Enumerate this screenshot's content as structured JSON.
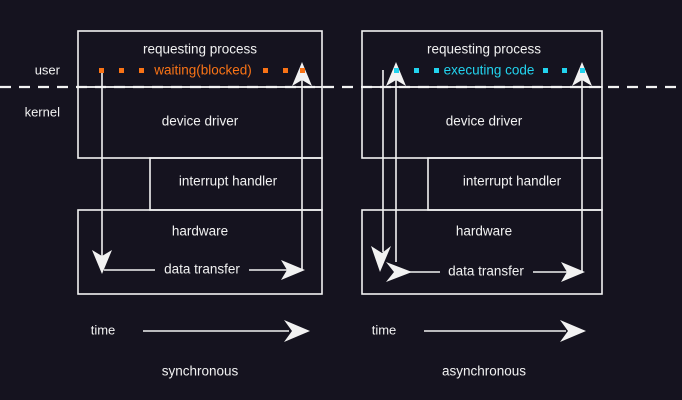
{
  "theme": {
    "background": "#15131f",
    "line": "#f2f2f2",
    "text": "#f2f2f2",
    "sync_accent": "#f97316",
    "async_accent": "#22d3ee"
  },
  "side_labels": {
    "user": "user",
    "kernel": "kernel"
  },
  "panels": [
    {
      "id": "synchronous",
      "caption": "synchronous",
      "time_label": "time",
      "layers": {
        "requesting_process": "requesting process",
        "device_driver": "device driver",
        "interrupt_handler": "interrupt handler",
        "hardware": "hardware"
      },
      "status_label": "waiting(blocked)",
      "status_color": "#f97316",
      "transfer_label": "data transfer",
      "dot_count_left": 3,
      "dot_count_right": 3,
      "return_arrows": 1
    },
    {
      "id": "asynchronous",
      "caption": "asynchronous",
      "time_label": "time",
      "layers": {
        "requesting_process": "requesting process",
        "device_driver": "device driver",
        "interrupt_handler": "interrupt handler",
        "hardware": "hardware"
      },
      "status_label": "executing code",
      "status_color": "#22d3ee",
      "transfer_label": "data transfer",
      "dot_count_left": 3,
      "dot_count_right": 3,
      "return_arrows": 2
    }
  ]
}
